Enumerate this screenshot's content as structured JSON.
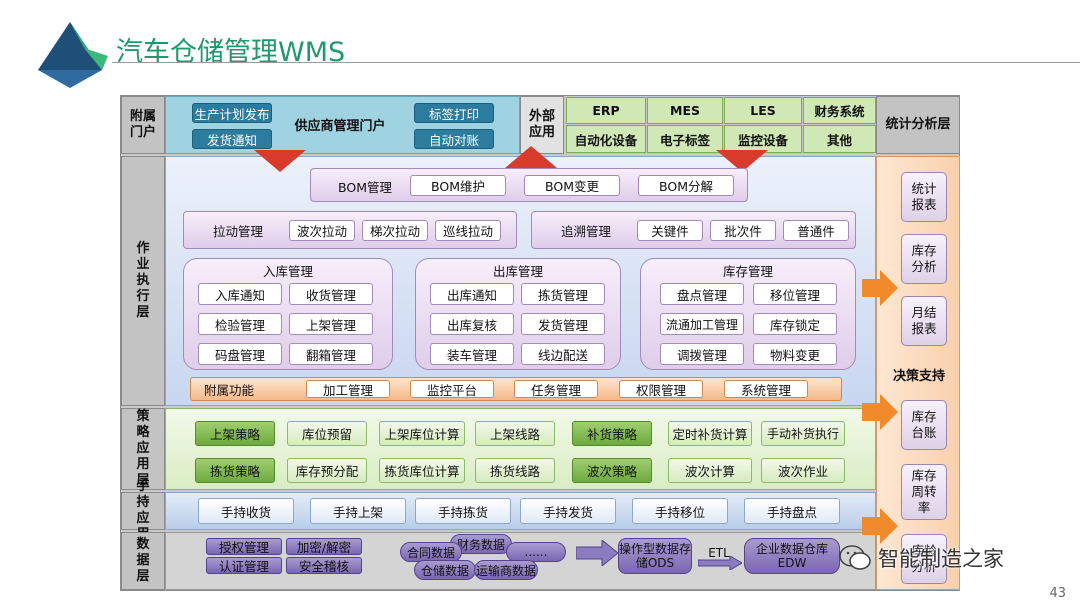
{
  "page": {
    "title": "汽车仓储管理WMS",
    "page_number": "43",
    "watermark": "智能制造之家"
  },
  "layers": {
    "portal": "附属门户",
    "exec": "作业执行层",
    "strategy": "策略应用层",
    "handheld": "手持应用",
    "data": "数据层"
  },
  "portal": {
    "items": [
      "生产计划发布",
      "发货通知",
      "供应商管理门户",
      "标签打印",
      "自动对账"
    ]
  },
  "external": {
    "label": "外部应用",
    "row1": [
      "ERP",
      "MES",
      "LES",
      "财务系统"
    ],
    "row2": [
      "自动化设备",
      "电子标签",
      "监控设备",
      "其他"
    ]
  },
  "analysis": {
    "header": "统计分析层",
    "items": [
      "统计报表",
      "库存分析",
      "月结报表",
      "决策支持",
      "库存台账",
      "库存周转率",
      "库龄分析"
    ]
  },
  "bom": {
    "title": "BOM管理",
    "items": [
      "BOM维护",
      "BOM变更",
      "BOM分解"
    ]
  },
  "pull": {
    "title": "拉动管理",
    "items": [
      "波次拉动",
      "梯次拉动",
      "巡线拉动"
    ]
  },
  "trace": {
    "title": "追溯管理",
    "items": [
      "关键件",
      "批次件",
      "普通件"
    ]
  },
  "inbound": {
    "title": "入库管理",
    "items": [
      "入库通知",
      "收货管理",
      "检验管理",
      "上架管理",
      "码盘管理",
      "翻箱管理"
    ]
  },
  "outbound": {
    "title": "出库管理",
    "items": [
      "出库通知",
      "拣货管理",
      "出库复核",
      "发货管理",
      "装车管理",
      "线边配送"
    ]
  },
  "stock": {
    "title": "库存管理",
    "items": [
      "盘点管理",
      "移位管理",
      "流通加工管理",
      "库存锁定",
      "调拨管理",
      "物料变更"
    ]
  },
  "aux": {
    "title": "附属功能",
    "items": [
      "加工管理",
      "监控平台",
      "任务管理",
      "权限管理",
      "系统管理"
    ]
  },
  "strategy": {
    "row1": [
      "上架策略",
      "库位预留",
      "上架库位计算",
      "上架线路",
      "补货策略",
      "定时补货计算",
      "手动补货执行"
    ],
    "row2": [
      "拣货策略",
      "库存预分配",
      "拣货库位计算",
      "拣货线路",
      "波次策略",
      "波次计算",
      "波次作业"
    ]
  },
  "handheld": {
    "items": [
      "手持收货",
      "手持上架",
      "手持拣货",
      "手持发货",
      "手持移位",
      "手持盘点"
    ]
  },
  "data": {
    "sec": [
      "授权管理",
      "加密/解密",
      "认证管理",
      "安全稽核"
    ],
    "db": [
      "合同数据",
      "财务数据",
      "仓储数据",
      "运输商数据",
      "......"
    ],
    "ods": "操作型数据存储ODS",
    "etl": "ETL",
    "edw": "企业数据仓库EDW"
  },
  "colors": {
    "title": "#1f9a6a",
    "accent_red": "#d83a2c",
    "accent_orange": "#f08a2a",
    "blue_btn": "#2b7c9e",
    "green_btn": "#6eaa3f",
    "data_btn": "#7a67b2"
  }
}
